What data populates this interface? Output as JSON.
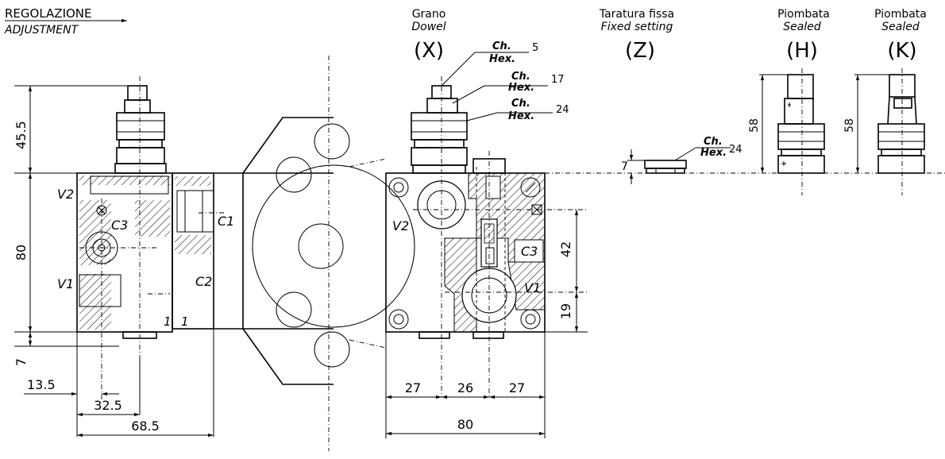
{
  "header": {
    "regolazione": "REGOLAZIONE",
    "adjustment": "ADJUSTMENT"
  },
  "variants": [
    {
      "title_it": "Grano",
      "title_en": "Dowel",
      "code": "(X)"
    },
    {
      "title_it": "Taratura fissa",
      "title_en": "Fixed setting",
      "code": "(Z)"
    },
    {
      "title_it": "Piombata",
      "title_en": "Sealed",
      "code": "(H)"
    },
    {
      "title_it": "Piombata",
      "title_en": "Sealed",
      "code": "(K)"
    }
  ],
  "hex_callouts": [
    {
      "ch": "Ch.",
      "hex": "Hex.",
      "size": "5"
    },
    {
      "ch": "Ch.",
      "hex": "Hex.",
      "size": "17"
    },
    {
      "ch": "Ch.",
      "hex": "Hex.",
      "size": "24"
    },
    {
      "ch": "Ch.",
      "hex": "Hex.",
      "size": "24"
    }
  ],
  "left_view": {
    "ports": {
      "v2": "V2",
      "c3": "C3",
      "c1": "C1",
      "v1": "V1",
      "c2": "C2",
      "mark1": "1",
      "mark2": "1"
    },
    "dims": {
      "d45_5": "45.5",
      "d80": "80",
      "d7": "7",
      "d13_5": "13.5",
      "d32_5": "32.5",
      "d68_5": "68.5"
    }
  },
  "front_view": {
    "ports": {
      "v2": "V2",
      "c3": "C3",
      "v1": "V1"
    },
    "dims": {
      "d27a": "27",
      "d26": "26",
      "d27b": "27",
      "d80": "80",
      "d42": "42",
      "d19": "19"
    }
  },
  "small_dims": {
    "z7": "7",
    "h58": "58",
    "k58": "58"
  }
}
